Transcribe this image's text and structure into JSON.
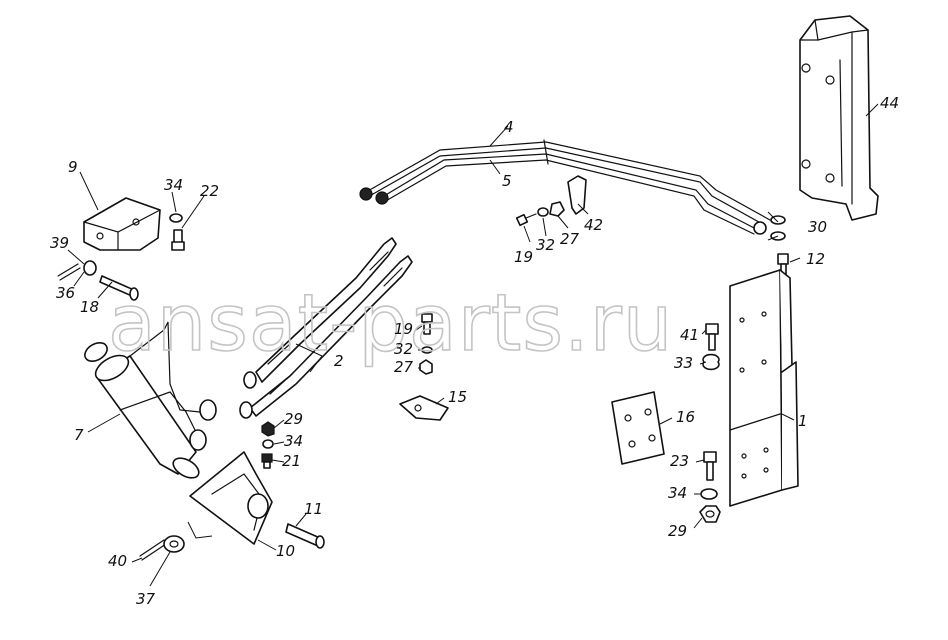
{
  "watermark": "ansat-parts.ru",
  "labels": {
    "p1": "1",
    "p2": "2",
    "p4": "4",
    "p5": "5",
    "p7": "7",
    "p9": "9",
    "p10": "10",
    "p11": "11",
    "p12": "12",
    "p15": "15",
    "p16": "16",
    "p18": "18",
    "p19a": "19",
    "p19b": "19",
    "p21": "21",
    "p22": "22",
    "p23": "23",
    "p27a": "27",
    "p27b": "27",
    "p29a": "29",
    "p29b": "29",
    "p30": "30",
    "p32a": "32",
    "p32b": "32",
    "p33": "33",
    "p34a": "34",
    "p34b": "34",
    "p34c": "34",
    "p36": "36",
    "p37": "37",
    "p39": "39",
    "p40": "40",
    "p41": "41",
    "p42": "42",
    "p44": "44"
  }
}
